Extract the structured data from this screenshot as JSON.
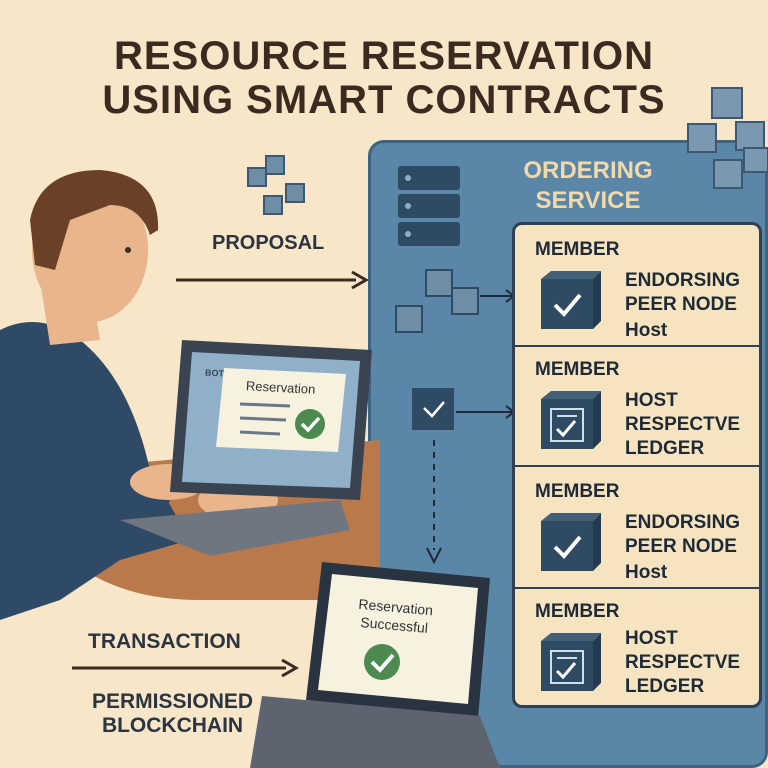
{
  "title": {
    "line1": "RESOURCE RESERVATION",
    "line2": "USING SMART CONTRACTS"
  },
  "labels": {
    "proposal": "PROPOSAL",
    "transaction": "TRANSACTION",
    "permissioned_line1": "PERMISSIONED",
    "permissioned_line2": "BLOCKCHAIN"
  },
  "ordering_service": {
    "line1": "ORDERING",
    "line2": "SERVICE"
  },
  "members": [
    {
      "header": "MEMBER",
      "line1": "ENDORSING",
      "line2": "PEER NODE",
      "line3": "Host",
      "icon": "checkmark-cube-icon"
    },
    {
      "header": "MEMBER",
      "line1": "HOST",
      "line2": "RESPECTVE",
      "line3": "LEDGER",
      "icon": "ledger-icon"
    },
    {
      "header": "MEMBER",
      "line1": "ENDORSING",
      "line2": "PEER NODE",
      "line3": "Host",
      "icon": "checkmark-cube-icon"
    },
    {
      "header": "MEMBER",
      "line1": "HOST",
      "line2": "RESPECTVE",
      "line3": "LEDGER",
      "icon": "ledger-icon"
    }
  ],
  "laptop_top": {
    "sidebar": "BOT",
    "card_title": "Reservation"
  },
  "laptop_bottom": {
    "line1": "Reservation",
    "line2": "Successful"
  },
  "colors": {
    "background": "#f7e6c8",
    "panel": "#5a86a8",
    "member_bg": "#f6e3bf",
    "check_green": "#4d8a4f",
    "cube": "#2f4a63"
  }
}
